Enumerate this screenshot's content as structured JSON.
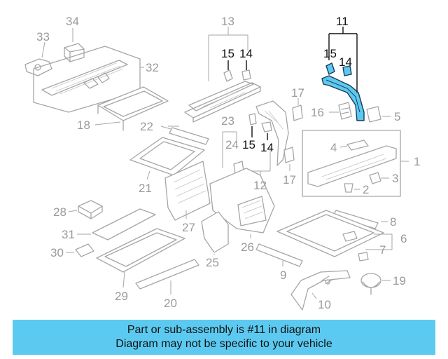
{
  "diagram": {
    "callouts": [
      "1",
      "2",
      "3",
      "4",
      "5",
      "6",
      "7",
      "8",
      "9",
      "10",
      "11",
      "12",
      "13",
      "14",
      "15",
      "16",
      "17",
      "18",
      "19",
      "20",
      "21",
      "22",
      "23",
      "24",
      "25",
      "26",
      "27",
      "28",
      "29",
      "30",
      "31",
      "32",
      "33",
      "34"
    ],
    "highlighted_part": "11",
    "highlight_color": "#5ccaf0"
  },
  "banner": {
    "line1": "Part or sub-assembly is #11 in diagram",
    "line2": "Diagram may not be specific to your vehicle",
    "color": "#5ccaf0"
  }
}
